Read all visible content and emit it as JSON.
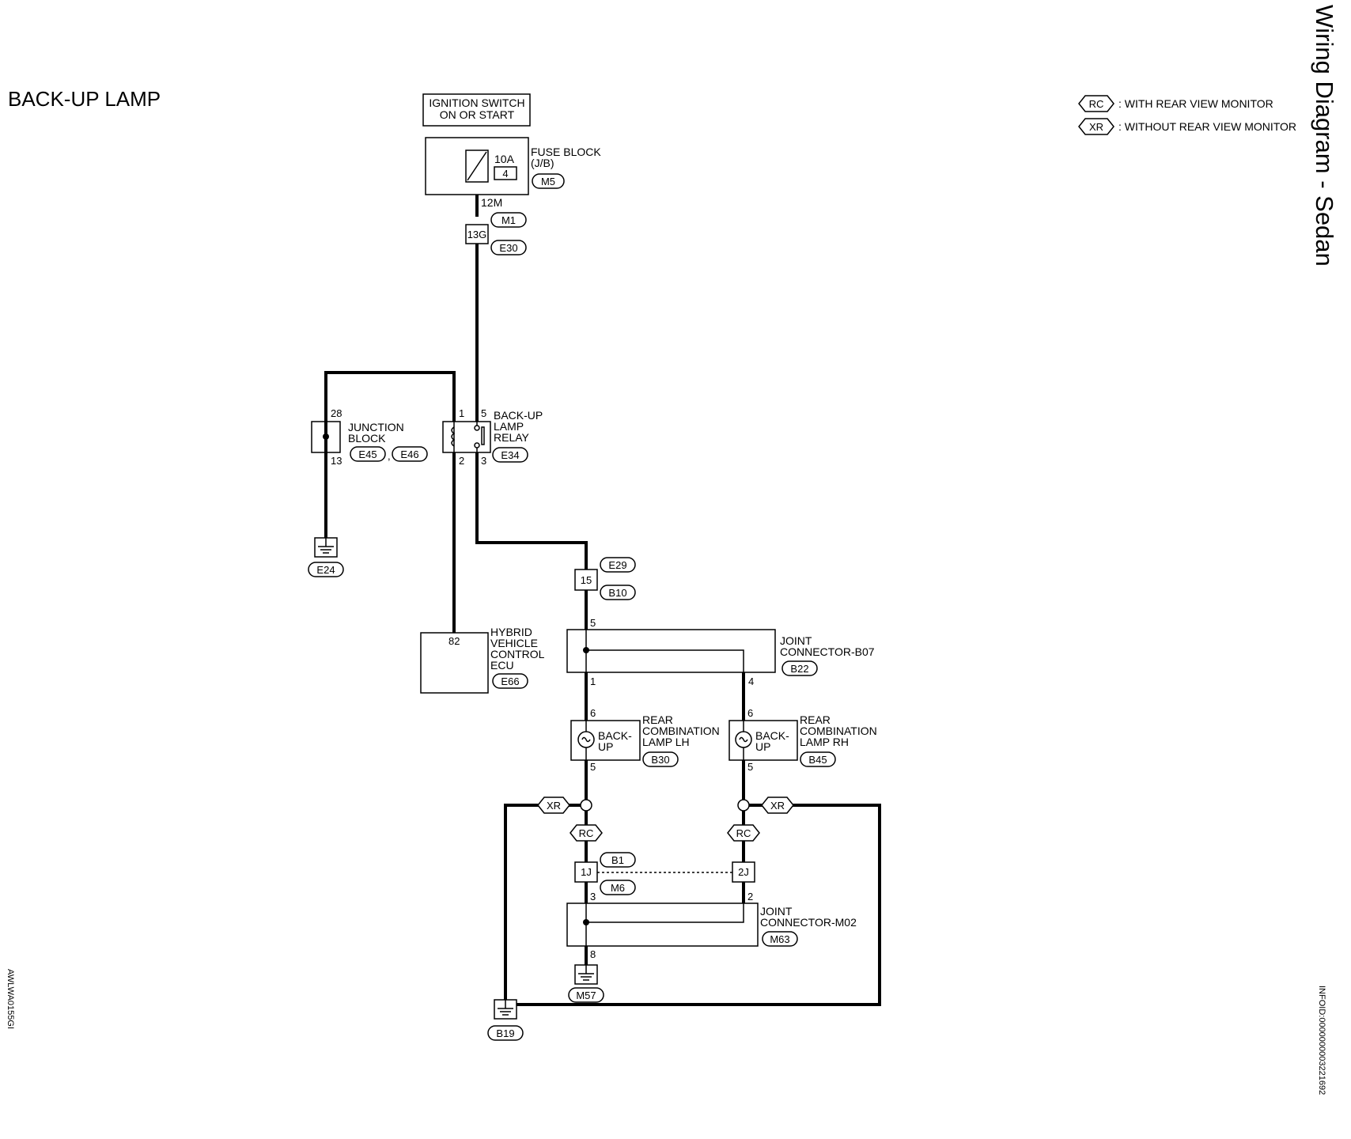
{
  "page": {
    "title": "BACK-UP LAMP",
    "side_title": "Wiring Diagram - Sedan",
    "left_code": "AWLWA0155GI",
    "right_code": "INFOID:0000000003221692"
  },
  "legend": [
    {
      "code": "RC",
      "text": ": WITH REAR VIEW MONITOR"
    },
    {
      "code": "XR",
      "text": ": WITHOUT REAR VIEW MONITOR"
    }
  ],
  "ignition": {
    "line1": "IGNITION SWITCH",
    "line2": "ON OR START"
  },
  "fuse_block": {
    "name_line1": "FUSE BLOCK",
    "name_line2": "(J/B)",
    "rating": "10A",
    "number": "4",
    "connector": "M5"
  },
  "harness_m1": {
    "pin": "12M",
    "connector": "M1"
  },
  "harness_e30": {
    "pin": "13G",
    "connector": "E30"
  },
  "junction_block": {
    "name_line1": "JUNCTION",
    "name_line2": "BLOCK",
    "pin_top": "28",
    "pin_bottom": "13",
    "connector1": "E45",
    "separator": ",",
    "connector2": "E46"
  },
  "ground_e24": {
    "connector": "E24"
  },
  "relay": {
    "name_line1": "BACK-UP",
    "name_line2": "LAMP",
    "name_line3": "RELAY",
    "pin1": "1",
    "pin5": "5",
    "pin2": "2",
    "pin3": "3",
    "connector": "E34"
  },
  "hybrid_ecu": {
    "pin": "82",
    "name_line1": "HYBRID",
    "name_line2": "VEHICLE",
    "name_line3": "CONTROL",
    "name_line4": "ECU",
    "connector": "E66"
  },
  "harness_15": {
    "pin": "15",
    "connector_top": "E29",
    "connector_bottom": "B10"
  },
  "joint_b07": {
    "name_line1": "JOINT",
    "name_line2": "CONNECTOR-B07",
    "connector": "B22",
    "pin_in": "5",
    "pin_out_left": "1",
    "pin_out_right": "4"
  },
  "lamp_lh": {
    "name_line1": "REAR",
    "name_line2": "COMBINATION",
    "name_line3": "LAMP LH",
    "inner_line1": "BACK-",
    "inner_line2": "UP",
    "pin_top": "6",
    "pin_bottom": "5",
    "connector": "B30"
  },
  "lamp_rh": {
    "name_line1": "REAR",
    "name_line2": "COMBINATION",
    "name_line3": "LAMP RH",
    "inner_line1": "BACK-",
    "inner_line2": "UP",
    "pin_top": "6",
    "pin_bottom": "5",
    "connector": "B45"
  },
  "options": {
    "xr": "XR",
    "rc": "RC"
  },
  "harness_b1": {
    "pin_left": "1J",
    "pin_right": "2J",
    "connector_top": "B1",
    "connector_bottom": "M6"
  },
  "joint_m02": {
    "name_line1": "JOINT",
    "name_line2": "CONNECTOR-M02",
    "connector": "M63",
    "pin_left": "3",
    "pin_right": "2",
    "pin_bottom": "8"
  },
  "ground_m57": {
    "connector": "M57"
  },
  "ground_b19": {
    "connector": "B19"
  }
}
